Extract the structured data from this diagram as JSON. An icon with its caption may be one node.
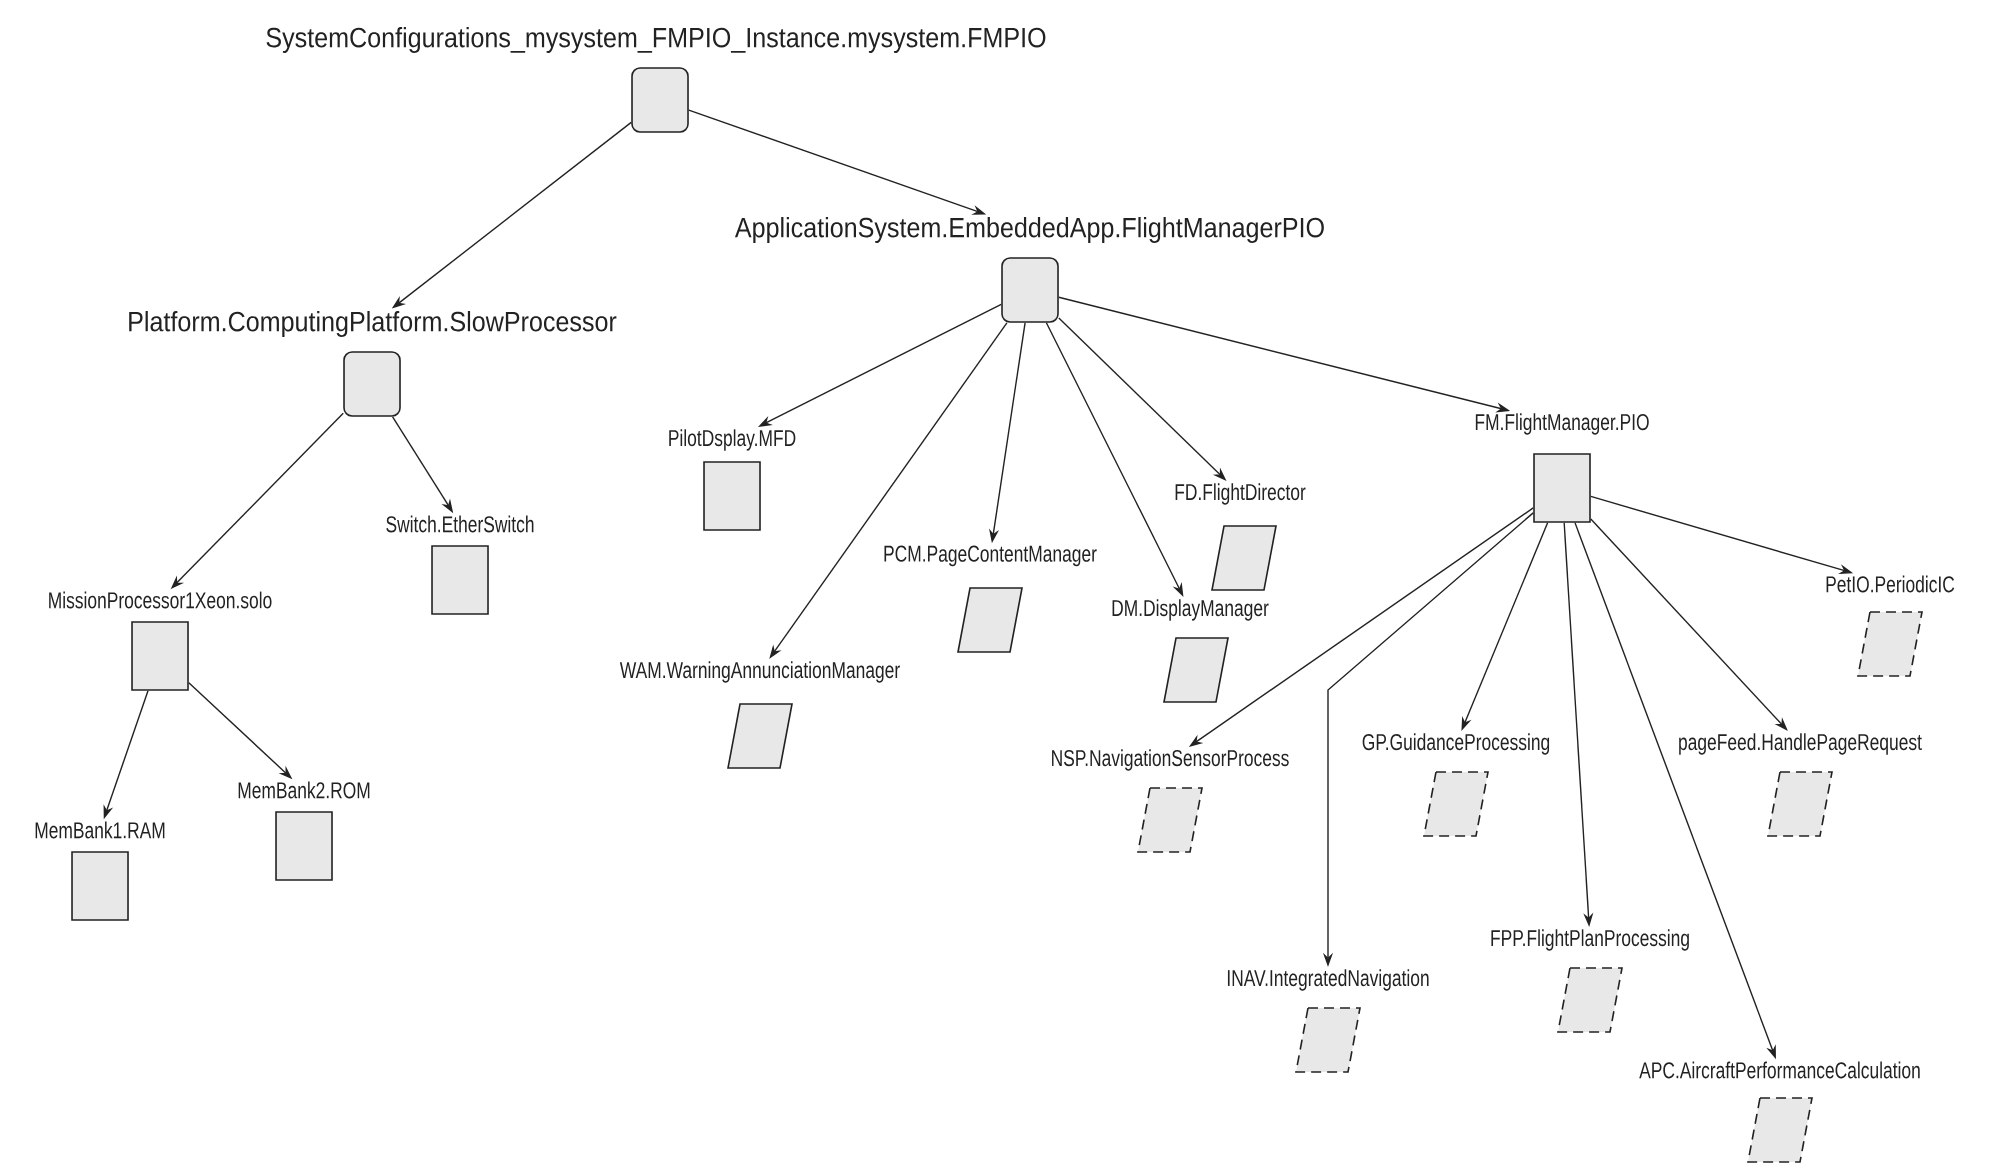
{
  "diagram": {
    "nodes": [
      {
        "text": [
          "SystemConfigurations_mysystem_FMPIO_Instance.mysystem.FMPIO"
        ]
      },
      {
        "text": [
          "ApplicationSystem.EmbeddedApp.FlightManagerPIO"
        ]
      },
      {
        "text": [
          "Platform.ComputingPlatform.SlowProcessor"
        ]
      },
      {
        "text": [
          "Switch.EtherSwitch"
        ]
      },
      {
        "text": [
          "MissionProcessor1Xeon.solo"
        ]
      },
      {
        "text": [
          "MemBank1.RAM"
        ]
      },
      {
        "text": [
          "MemBank2.ROM"
        ]
      },
      {
        "text": [
          "PilotDsplay.MFD"
        ]
      },
      {
        "text": [
          "WAM.WarningAnnunciationManager"
        ]
      },
      {
        "text": [
          "PCM.PageContentManager"
        ]
      },
      {
        "text": [
          "DM.DisplayManager"
        ]
      },
      {
        "text": [
          "FD.FlightDirector"
        ]
      },
      {
        "text": [
          "FM.FlightManager.PIO"
        ]
      },
      {
        "text": [
          "PetIO.PeriodicIC"
        ]
      },
      {
        "text": [
          "NSP.NavigationSensorProcess"
        ]
      },
      {
        "text": [
          "GP.GuidanceProcessing"
        ]
      },
      {
        "text": [
          "pageFeed.HandlePageRequest"
        ]
      },
      {
        "text": [
          "INAV.IntegratedNavigation"
        ]
      },
      {
        "text": [
          "FPP.FlightPlanProcessing"
        ]
      },
      {
        "text": [
          "APC.AircraftPerformanceCalculation"
        ]
      }
    ],
    "edges": [
      {
        "from": 0,
        "to": 1,
        "arrow": "to"
      },
      {
        "from": 0,
        "to": 2,
        "arrow": "to"
      },
      {
        "from": 2,
        "to": 3,
        "arrow": "to"
      },
      {
        "from": 2,
        "to": 4,
        "arrow": "to"
      },
      {
        "from": 4,
        "to": 5,
        "arrow": "to"
      },
      {
        "from": 4,
        "to": 6,
        "arrow": "to"
      },
      {
        "from": 1,
        "to": 7,
        "arrow": "to"
      },
      {
        "from": 1,
        "to": 8,
        "arrow": "to"
      },
      {
        "from": 1,
        "to": 9,
        "arrow": "to"
      },
      {
        "from": 1,
        "to": 10,
        "arrow": "to"
      },
      {
        "from": 1,
        "to": 11,
        "arrow": "to"
      },
      {
        "from": 1,
        "to": 12,
        "arrow": "to"
      },
      {
        "from": 12,
        "to": 13,
        "arrow": "to"
      },
      {
        "from": 12,
        "to": 14,
        "arrow": "to"
      },
      {
        "from": 12,
        "to": 15,
        "arrow": "to"
      },
      {
        "from": 12,
        "to": 16,
        "arrow": "to"
      },
      {
        "from": 12,
        "to": 17,
        "arrow": "to"
      },
      {
        "from": 12,
        "to": 18,
        "arrow": "to"
      },
      {
        "from": 12,
        "to": 19,
        "arrow": "to"
      }
    ]
  }
}
